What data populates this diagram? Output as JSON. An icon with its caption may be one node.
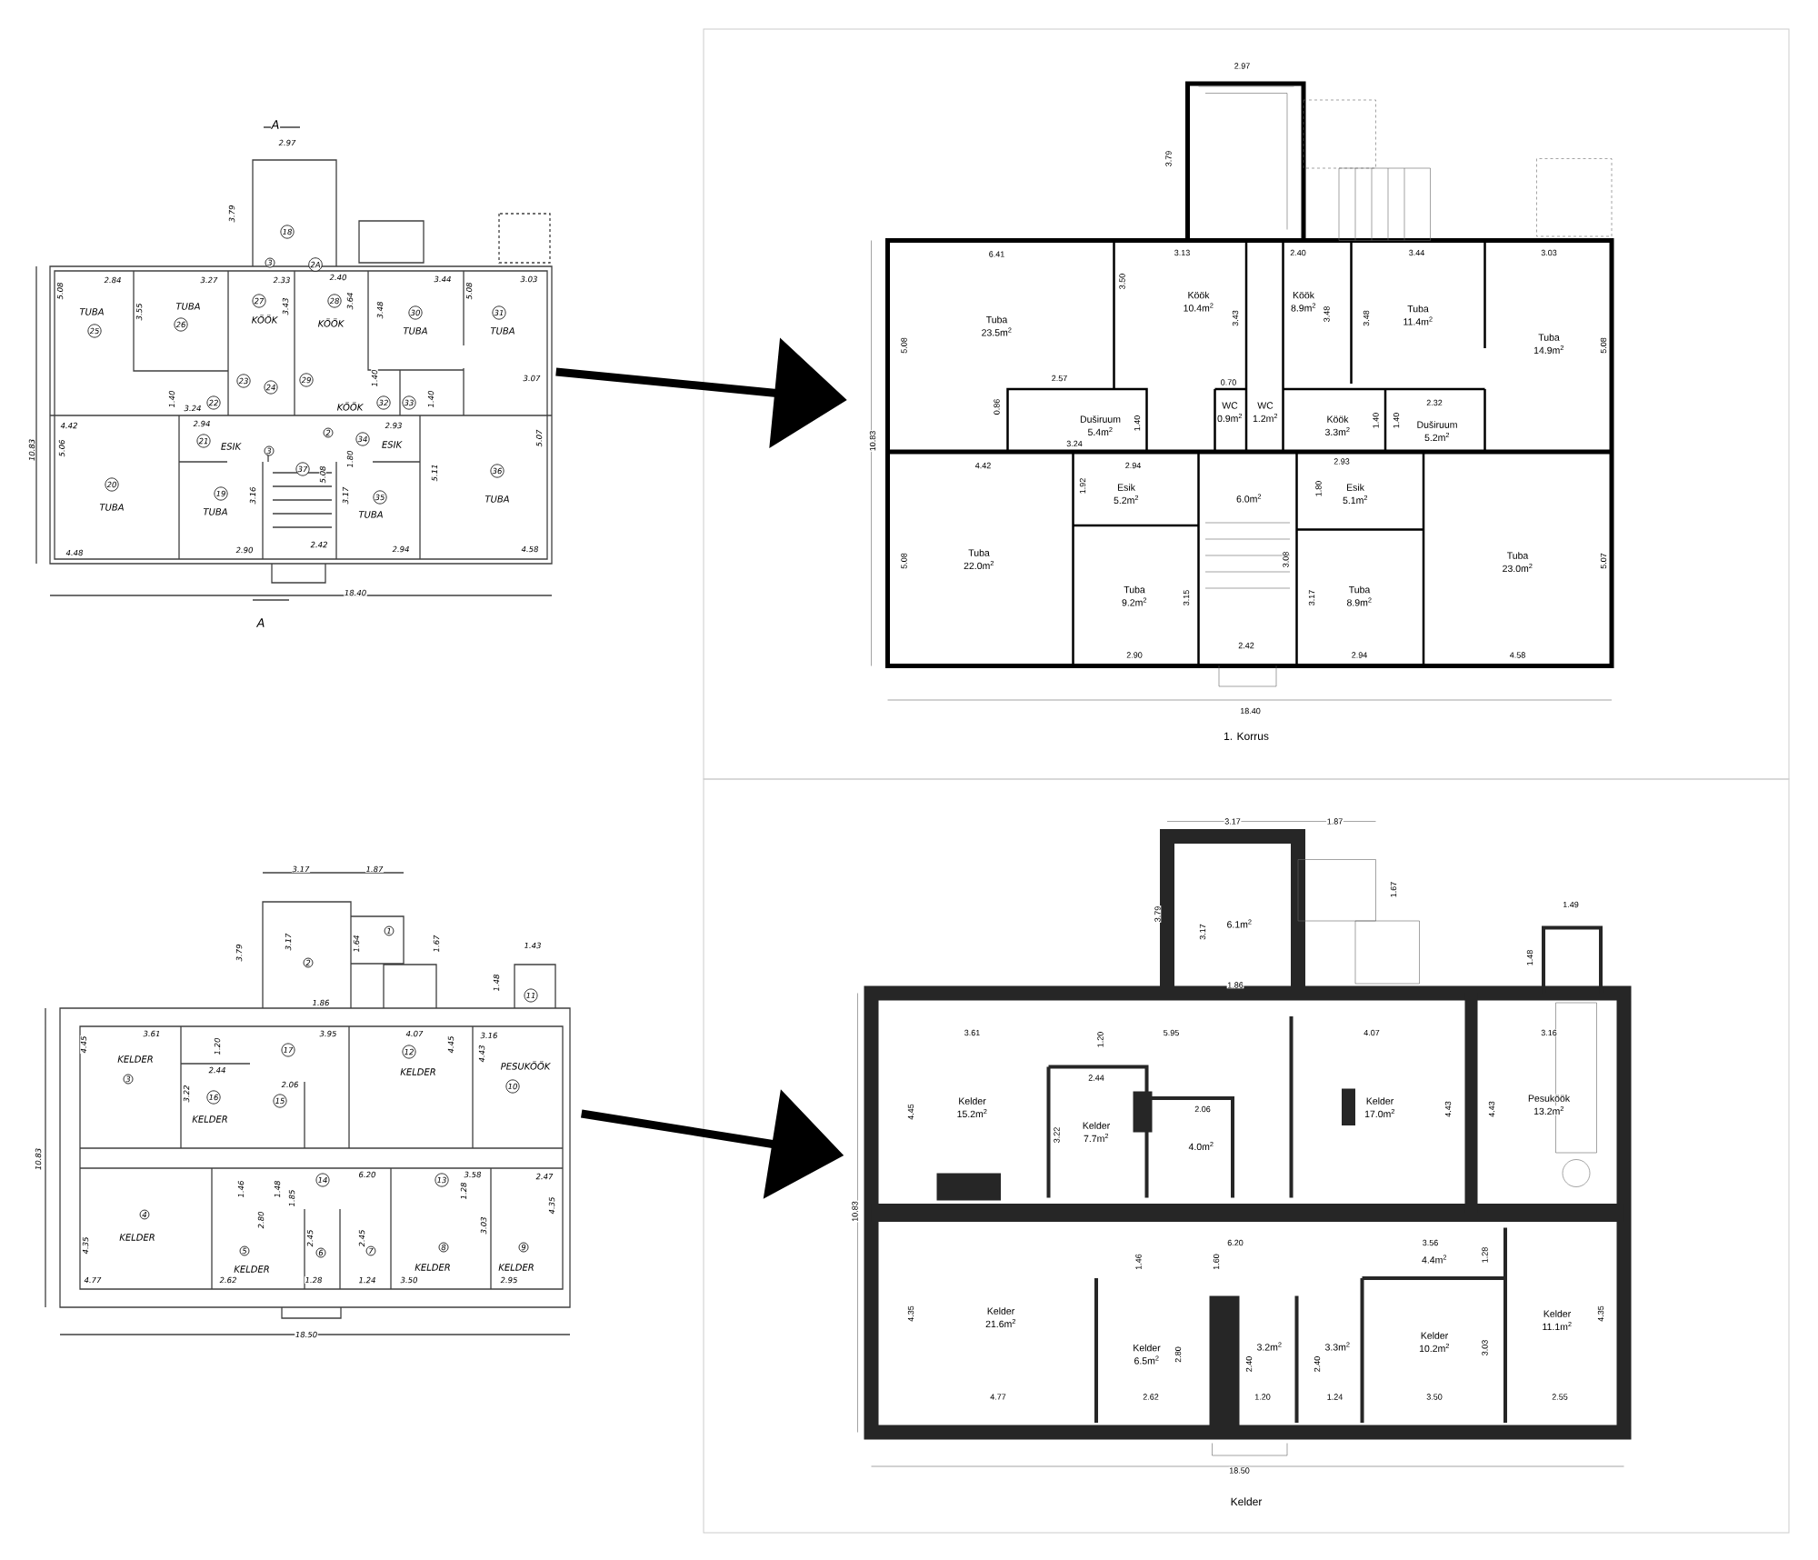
{
  "diagram": {
    "nodes": [
      {
        "text": [],
        "shape": "picture"
      },
      {
        "text": [
          "1. Korrus"
        ]
      },
      {
        "text": [],
        "shape": "picture"
      },
      {
        "text": [
          "Kelder"
        ]
      }
    ],
    "edges": [
      {
        "from": 0,
        "to": 1,
        "arrow": "to"
      },
      {
        "from": 2,
        "to": 3,
        "arrow": "to"
      }
    ],
    "labels": [
      "A",
      "2.97",
      "3.79",
      "18",
      "3",
      "2A",
      "2.84",
      "3.27",
      "2.33",
      "2.40",
      "3.44",
      "3.03",
      "5.08",
      "3.55",
      "TUBA",
      "25",
      "TUBA",
      "26",
      "27",
      "KÖÖK",
      "3.43",
      "28",
      "3.64",
      "KÖÖK",
      "3.48",
      "30",
      "TUBA",
      "5.08",
      "31",
      "TUBA",
      "3.07",
      "22",
      "23",
      "24",
      "29",
      "1.40",
      "3.24",
      "KÖÖK",
      "1.40",
      "32",
      "33",
      "1.40",
      "4.42",
      "2.94",
      "2",
      "2.93",
      "5.07",
      "5.06",
      "21",
      "ESIK",
      "3",
      "34",
      "ESIK",
      "1.80",
      "37",
      "5.08",
      "5.11",
      "3.16",
      "3.17",
      "20",
      "TUBA",
      "19",
      "TUBA",
      "35",
      "TUBA",
      "36",
      "TUBA",
      "10.83",
      "4.48",
      "2.90",
      "2.42",
      "2.94",
      "4.58",
      "18.40",
      "A",
      "2.97",
      "3.79",
      "6.41",
      "3.13",
      "2.40",
      "3.44",
      "3.03",
      "3.50",
      "Köök",
      "10.4m$^{2}$",
      "3.43",
      "Köök",
      "8.9m$^{2}$",
      "3.48",
      "3.48",
      "Tuba",
      "23.5m$^{2}$",
      "Tuba",
      "11.4m$^{2}$",
      "Tuba",
      "14.9m$^{2}$",
      "5.08",
      "5.08",
      "2.57",
      "0.70",
      "0.86",
      "Duširuum",
      "5.4m$^{2}$",
      "1.40",
      "WC",
      "0.9m$^{2}$",
      "WC",
      "1.2m$^{2}$",
      "Köök",
      "3.3m$^{2}$",
      "1.40",
      "1.40",
      "2.32",
      "Duširuum",
      "5.2m$^{2}$",
      "10.83",
      "3.24",
      "4.42",
      "2.94",
      "2.93",
      "1.92",
      "Esik",
      "5.2m$^{2}$",
      "6.0m$^{2}$",
      "1.80",
      "Esik",
      "5.1m$^{2}$",
      "Tuba",
      "22.0m$^{2}$",
      "5.08",
      "3.08",
      "Tuba",
      "23.0m$^{2}$",
      "5.07",
      "Tuba",
      "9.2m$^{2}$",
      "3.15",
      "3.17",
      "Tuba",
      "8.9m$^{2}$",
      "2.42",
      "2.90",
      "2.94",
      "4.58",
      "18.40",
      "3.17",
      "1.87",
      "3.79",
      "3.17",
      "1",
      "1.64",
      "1.67",
      "2",
      "1.43",
      "1.48",
      "11",
      "1.86",
      "3.61",
      "3.95",
      "4.07",
      "3.16",
      "4.45",
      "1.20",
      "17",
      "12",
      "4.45",
      "4.43",
      "KELDER",
      "3",
      "2.44",
      "PESUKÖÖK",
      "KELDER",
      "10",
      "3.22",
      "16",
      "2.06",
      "15",
      "KELDER",
      "10.83",
      "14",
      "6.20",
      "13",
      "3.58",
      "2.47",
      "1.46",
      "1.48",
      "1.85",
      "1.28",
      "4.35",
      "4",
      "KELDER",
      "2.80",
      "2.45",
      "2.45",
      "3.03",
      "4.35",
      "5",
      "6",
      "7",
      "8",
      "9",
      "KELDER",
      "KELDER",
      "KELDER",
      "4.77",
      "2.62",
      "1.28",
      "1.24",
      "3.50",
      "2.95",
      "18.50",
      "3.17",
      "1.87",
      "1.67",
      "1.49",
      "3.79",
      "3.17",
      "6.1m$^{2}$",
      "1.48",
      "1.86",
      "3.61",
      "5.95",
      "4.07",
      "3.16",
      "1.20",
      "2.44",
      "2.06",
      "Kelder",
      "15.2m$^{2}$",
      "Kelder",
      "17.0m$^{2}$",
      "Pesuköök",
      "13.2m$^{2}$",
      "4.45",
      "4.43",
      "4.43",
      "Kelder",
      "7.7m$^{2}$",
      "3.22",
      "4.0m$^{2}$",
      "10.83",
      "6.20",
      "3.56",
      "4.4m$^{2}$",
      "1.46",
      "1.60",
      "1.28",
      "4.35",
      "Kelder",
      "21.6m$^{2}$",
      "Kelder",
      "11.1m$^{2}$",
      "4.35",
      "Kelder",
      "10.2m$^{2}$",
      "3.03",
      "Kelder",
      "6.5m$^{2}$",
      "2.80",
      "2.40",
      "3.2m$^{2}$",
      "2.40",
      "3.3m$^{2}$",
      "4.77",
      "2.62",
      "1.20",
      "1.24",
      "3.50",
      "2.55",
      "18.50"
    ]
  }
}
